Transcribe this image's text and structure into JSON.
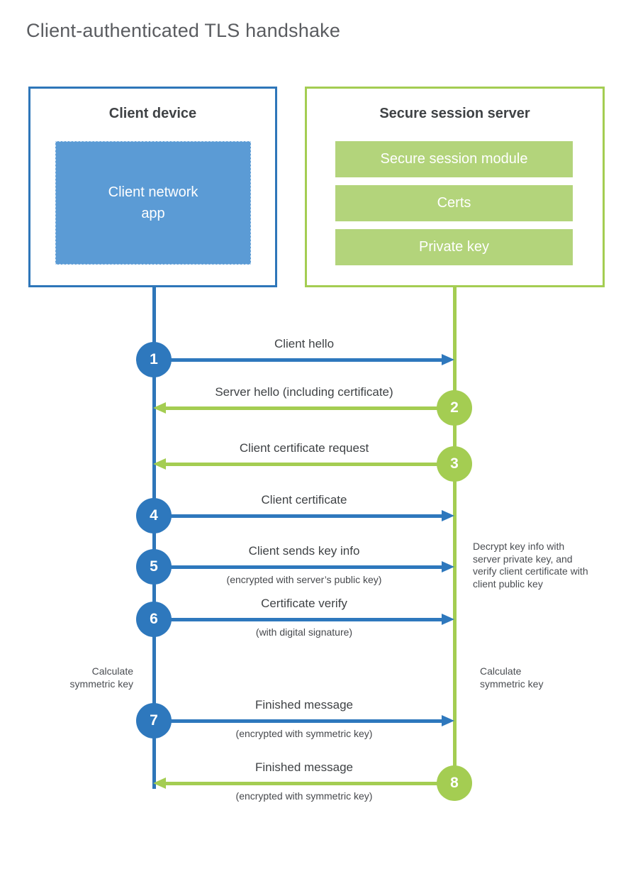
{
  "title": "Client-authenticated TLS handshake",
  "colors": {
    "client_blue": "#2e76b9",
    "client_fill_blue": "#5b9bd5",
    "server_green": "#a4cd52",
    "server_fill_green": "#b3d47b",
    "heading_text": "#3f4245",
    "label_text": "#46484c"
  },
  "client_box": {
    "title": "Client device",
    "app_label": "Client network app"
  },
  "server_box": {
    "title": "Secure session server",
    "modules": [
      "Secure session module",
      "Certs",
      "Private key"
    ]
  },
  "steps": [
    {
      "number": "1",
      "from": "client",
      "to": "server",
      "label": "Client hello",
      "sublabel": ""
    },
    {
      "number": "2",
      "from": "server",
      "to": "client",
      "label": "Server hello (including certificate)",
      "sublabel": ""
    },
    {
      "number": "3",
      "from": "server",
      "to": "client",
      "label": "Client certificate request",
      "sublabel": ""
    },
    {
      "number": "4",
      "from": "client",
      "to": "server",
      "label": "Client certificate",
      "sublabel": ""
    },
    {
      "number": "5",
      "from": "client",
      "to": "server",
      "label": "Client sends key info",
      "sublabel": "(encrypted with server’s public key)"
    },
    {
      "number": "6",
      "from": "client",
      "to": "server",
      "label": "Certificate verify",
      "sublabel": "(with digital signature)"
    },
    {
      "number": "7",
      "from": "client",
      "to": "server",
      "label": "Finished message",
      "sublabel": "(encrypted with symmetric key)"
    },
    {
      "number": "8",
      "from": "server",
      "to": "client",
      "label": "Finished message",
      "sublabel": "(encrypted with symmetric key)"
    }
  ],
  "annotations": {
    "left_calculate": "Calculate\nsymmetric key",
    "right_calculate": "Calculate\nsymmetric key",
    "decrypt_note": "Decrypt key info with server private key, and verify client certificate with client public key"
  }
}
